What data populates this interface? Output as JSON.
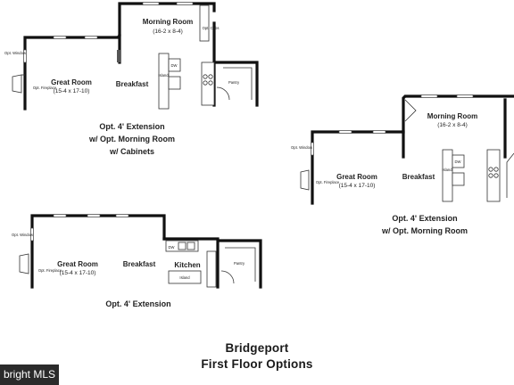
{
  "plan_a": {
    "morning_room": "Morning Room",
    "morning_room_dim": "(16-2 x 8-4)",
    "great_room": "Great Room",
    "great_room_dim": "(15-4 x 17-10)",
    "breakfast": "Breakfast",
    "pantry": "Pantry",
    "dw": "DW",
    "island": "Island",
    "opt_window": "Opt. Window",
    "opt_fireplace": "Opt. Fireplace",
    "opt_cabs": "Opt. Cabs",
    "caption_1": "Opt. 4' Extension",
    "caption_2": "w/ Opt. Morning Room",
    "caption_3": "w/ Cabinets"
  },
  "plan_b": {
    "morning_room": "Morning Room",
    "morning_room_dim": "(16-2 x 8-4)",
    "great_room": "Great Room",
    "great_room_dim": "(15-4 x 17-10)",
    "breakfast": "Breakfast",
    "dw": "DW",
    "island": "Island",
    "opt_window": "Opt. Window",
    "opt_fireplace": "Opt. Fireplace",
    "caption_1": "Opt. 4' Extension",
    "caption_2": "w/ Opt. Morning Room"
  },
  "plan_c": {
    "great_room": "Great Room",
    "great_room_dim": "(15-4 x 17-10)",
    "breakfast": "Breakfast",
    "kitchen": "Kitchen",
    "pantry": "Pantry",
    "dw": "DW",
    "island": "Island",
    "opt_window": "Opt. Window",
    "opt_fireplace": "Opt. Fireplace",
    "caption": "Opt. 4' Extension"
  },
  "title_line_1": "Bridgeport",
  "title_line_2": "First Floor Options",
  "watermark": "bright MLS"
}
